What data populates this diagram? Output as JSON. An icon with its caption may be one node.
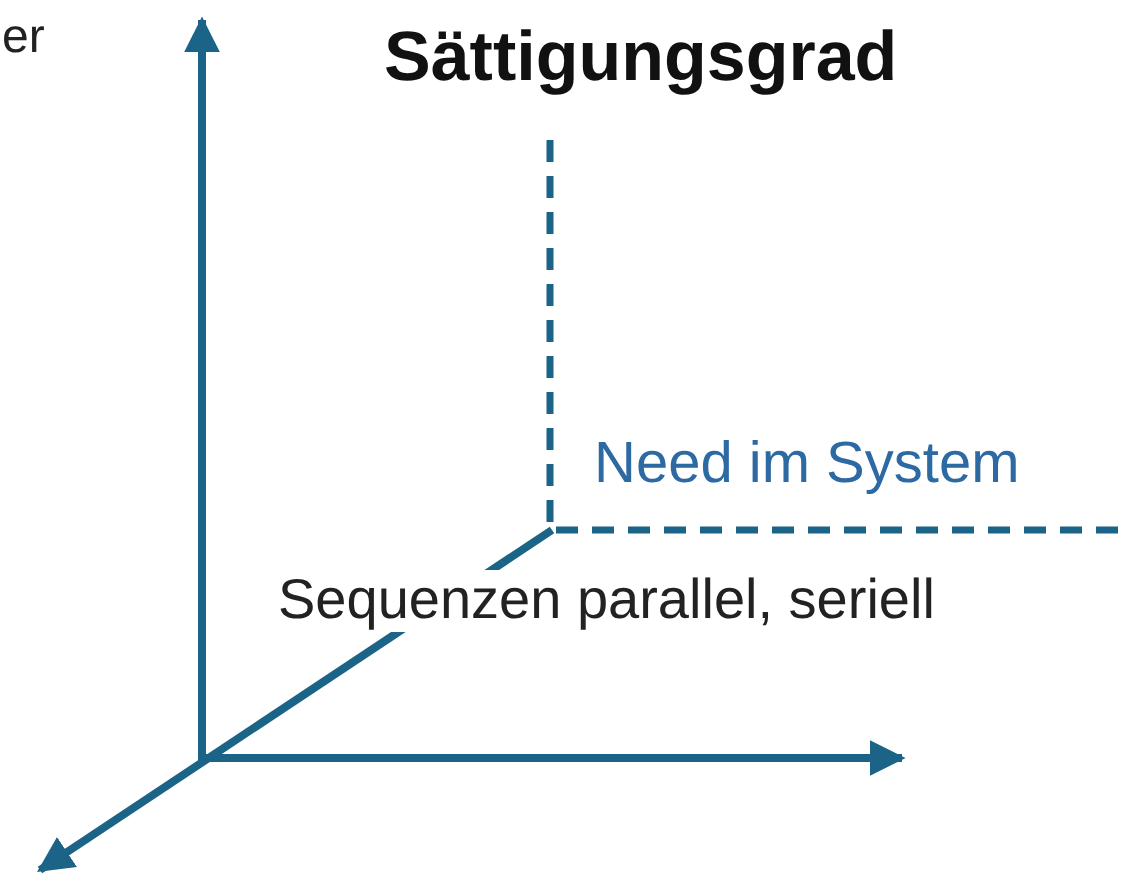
{
  "diagram": {
    "labels": [
      "er",
      "Sättigungsgrad",
      "Need im System",
      "Sequenzen parallel, seriell"
    ]
  }
}
